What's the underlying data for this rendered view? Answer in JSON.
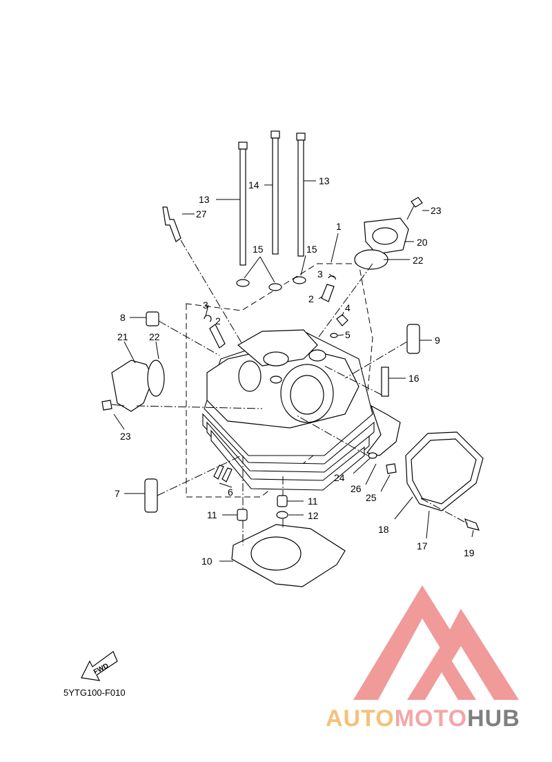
{
  "diagram": {
    "callouts": [
      "1",
      "2",
      "2",
      "3",
      "3",
      "4",
      "5",
      "6",
      "7",
      "8",
      "9",
      "10",
      "11",
      "11",
      "12",
      "13",
      "13",
      "14",
      "15",
      "15",
      "16",
      "17",
      "18",
      "19",
      "20",
      "21",
      "22",
      "22",
      "23",
      "23",
      "24",
      "25",
      "26",
      "27"
    ],
    "fwd_label": "FWD",
    "figure_code": "5YTG100-F010"
  },
  "watermark": {
    "brand_part1": "AUTO",
    "brand_part2": "MOTO",
    "brand_part3": "HUB",
    "colors": {
      "auto": "#f6c07a",
      "moto": "#f4a6a6",
      "hub": "#7f7f7f",
      "logo": "#f19a9a"
    }
  }
}
